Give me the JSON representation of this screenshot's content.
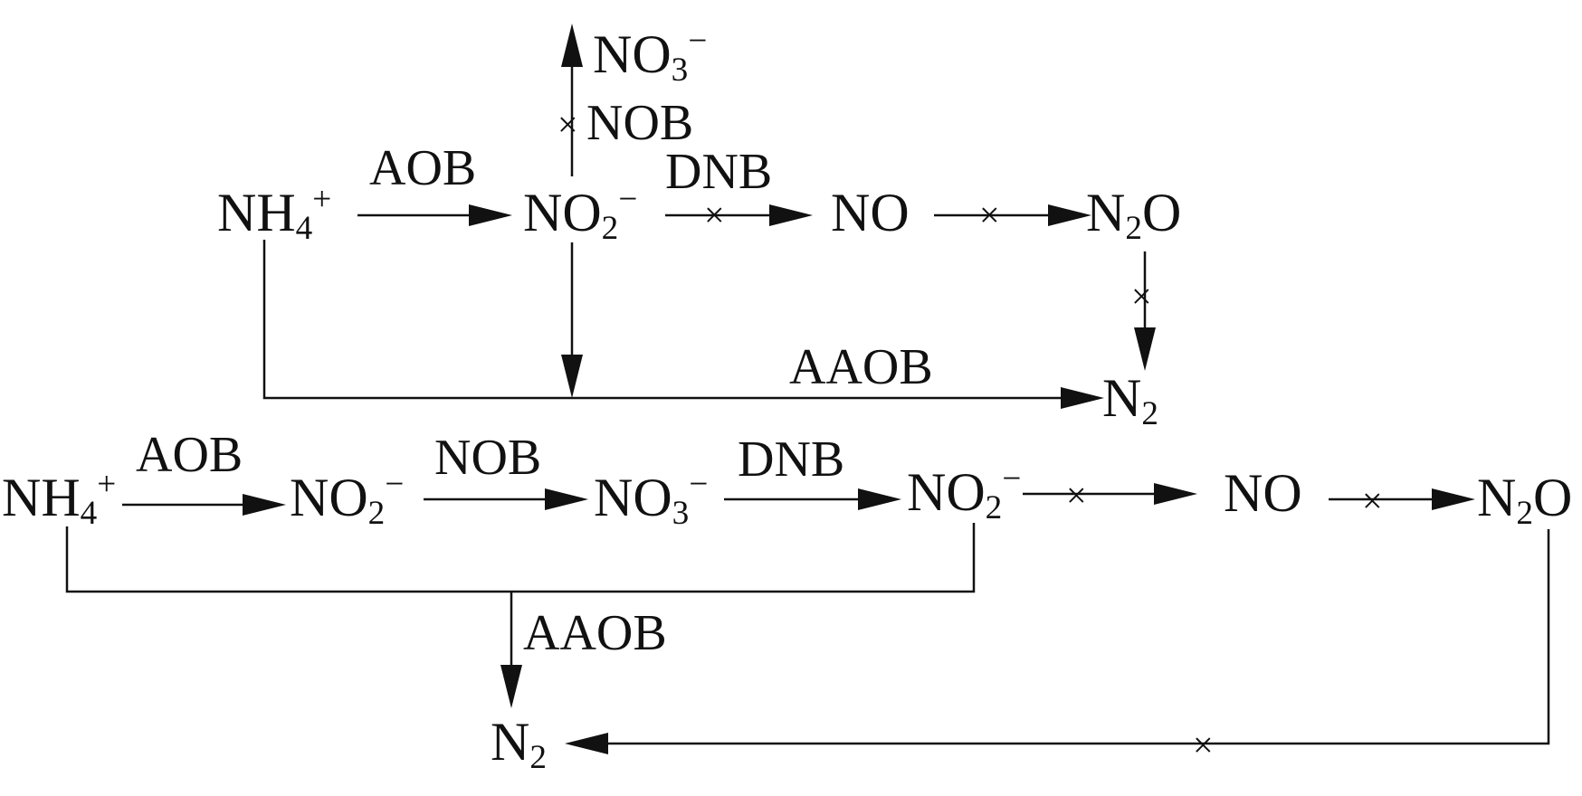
{
  "upper_scheme": {
    "ammonium": {
      "base": "NH",
      "sub": "4",
      "sup": "+"
    },
    "nitrite": {
      "base": "NO",
      "sub": "2",
      "sup": "−"
    },
    "nitrate": {
      "base": "NO",
      "sub": "3",
      "sup": "−"
    },
    "nitric_oxide": {
      "base": "NO"
    },
    "nitrous_oxide": {
      "a": "N",
      "sub": "2",
      "b": "O"
    },
    "nitrogen": {
      "base": "N",
      "sub": "2"
    },
    "label_aob": "AOB",
    "label_nob": "NOB",
    "label_dnb": "DNB",
    "label_aaob": "AAOB",
    "blocked_mark": "×"
  },
  "lower_scheme": {
    "ammonium": {
      "base": "NH",
      "sub": "4",
      "sup": "+"
    },
    "nitrite_1": {
      "base": "NO",
      "sub": "2",
      "sup": "−"
    },
    "nitrate": {
      "base": "NO",
      "sub": "3",
      "sup": "−"
    },
    "nitrite_2": {
      "base": "NO",
      "sub": "2",
      "sup": "−"
    },
    "nitric_oxide": {
      "base": "NO"
    },
    "nitrous_oxide": {
      "a": "N",
      "sub": "2",
      "b": "O"
    },
    "nitrogen": {
      "base": "N",
      "sub": "2"
    },
    "label_aob": "AOB",
    "label_nob": "NOB",
    "label_dnb": "DNB",
    "label_aaob": "AAOB",
    "blocked_mark": "×"
  }
}
